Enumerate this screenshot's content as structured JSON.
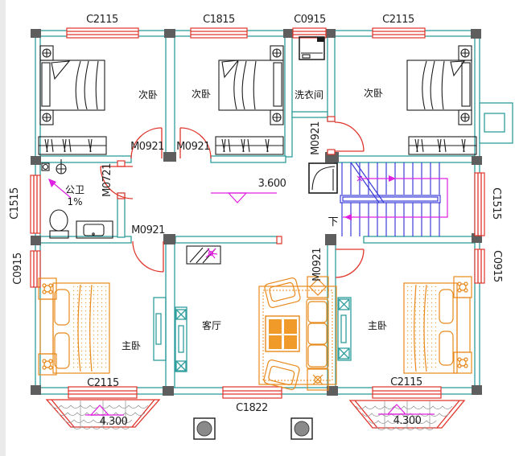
{
  "rooms": {
    "bedrooms": [
      {
        "label": "次卧"
      },
      {
        "label": "次卧"
      },
      {
        "label": "次卧"
      }
    ],
    "laundry": {
      "label": "洗衣间"
    },
    "bathroom": {
      "label": "公卫",
      "slope": "1%"
    },
    "living": {
      "label": "客厅"
    },
    "master_left": {
      "label": "主卧"
    },
    "master_right": {
      "label": "主卧"
    },
    "stairs": {
      "direction": "下"
    }
  },
  "windows": {
    "top": [
      {
        "code": "C2115"
      },
      {
        "code": "C1815"
      },
      {
        "code": "C0915"
      },
      {
        "code": "C2115"
      }
    ],
    "left": [
      {
        "code": "C1515"
      },
      {
        "code": "C0915"
      }
    ],
    "right": [
      {
        "code": "C1515"
      },
      {
        "code": "C0915"
      }
    ],
    "bottom": [
      {
        "code": "C2115"
      },
      {
        "code": "C1822"
      },
      {
        "code": "C2115"
      }
    ]
  },
  "doors": {
    "bedroom1": {
      "code": "M0921"
    },
    "bedroom2": {
      "code": "M0921"
    },
    "bedroom3": {
      "code": "M0921"
    },
    "bathroom": {
      "code": "M0721"
    },
    "master_left": {
      "code": "M0921"
    },
    "master_right": {
      "code": "M0921"
    }
  },
  "elevations": {
    "floor_level": "3.600",
    "bay_roof_left": "4.300",
    "bay_roof_right": "4.300"
  },
  "colors": {
    "wall": "#2f9e9e",
    "window_door": "#e0342b",
    "stairs": "#3c3cd8",
    "annotation_magenta": "#e020e0",
    "furniture_dark": "#1c1c1c",
    "furniture_orange": "#e8891a",
    "column_fill": "#5e5e5e",
    "text": "#222222"
  }
}
